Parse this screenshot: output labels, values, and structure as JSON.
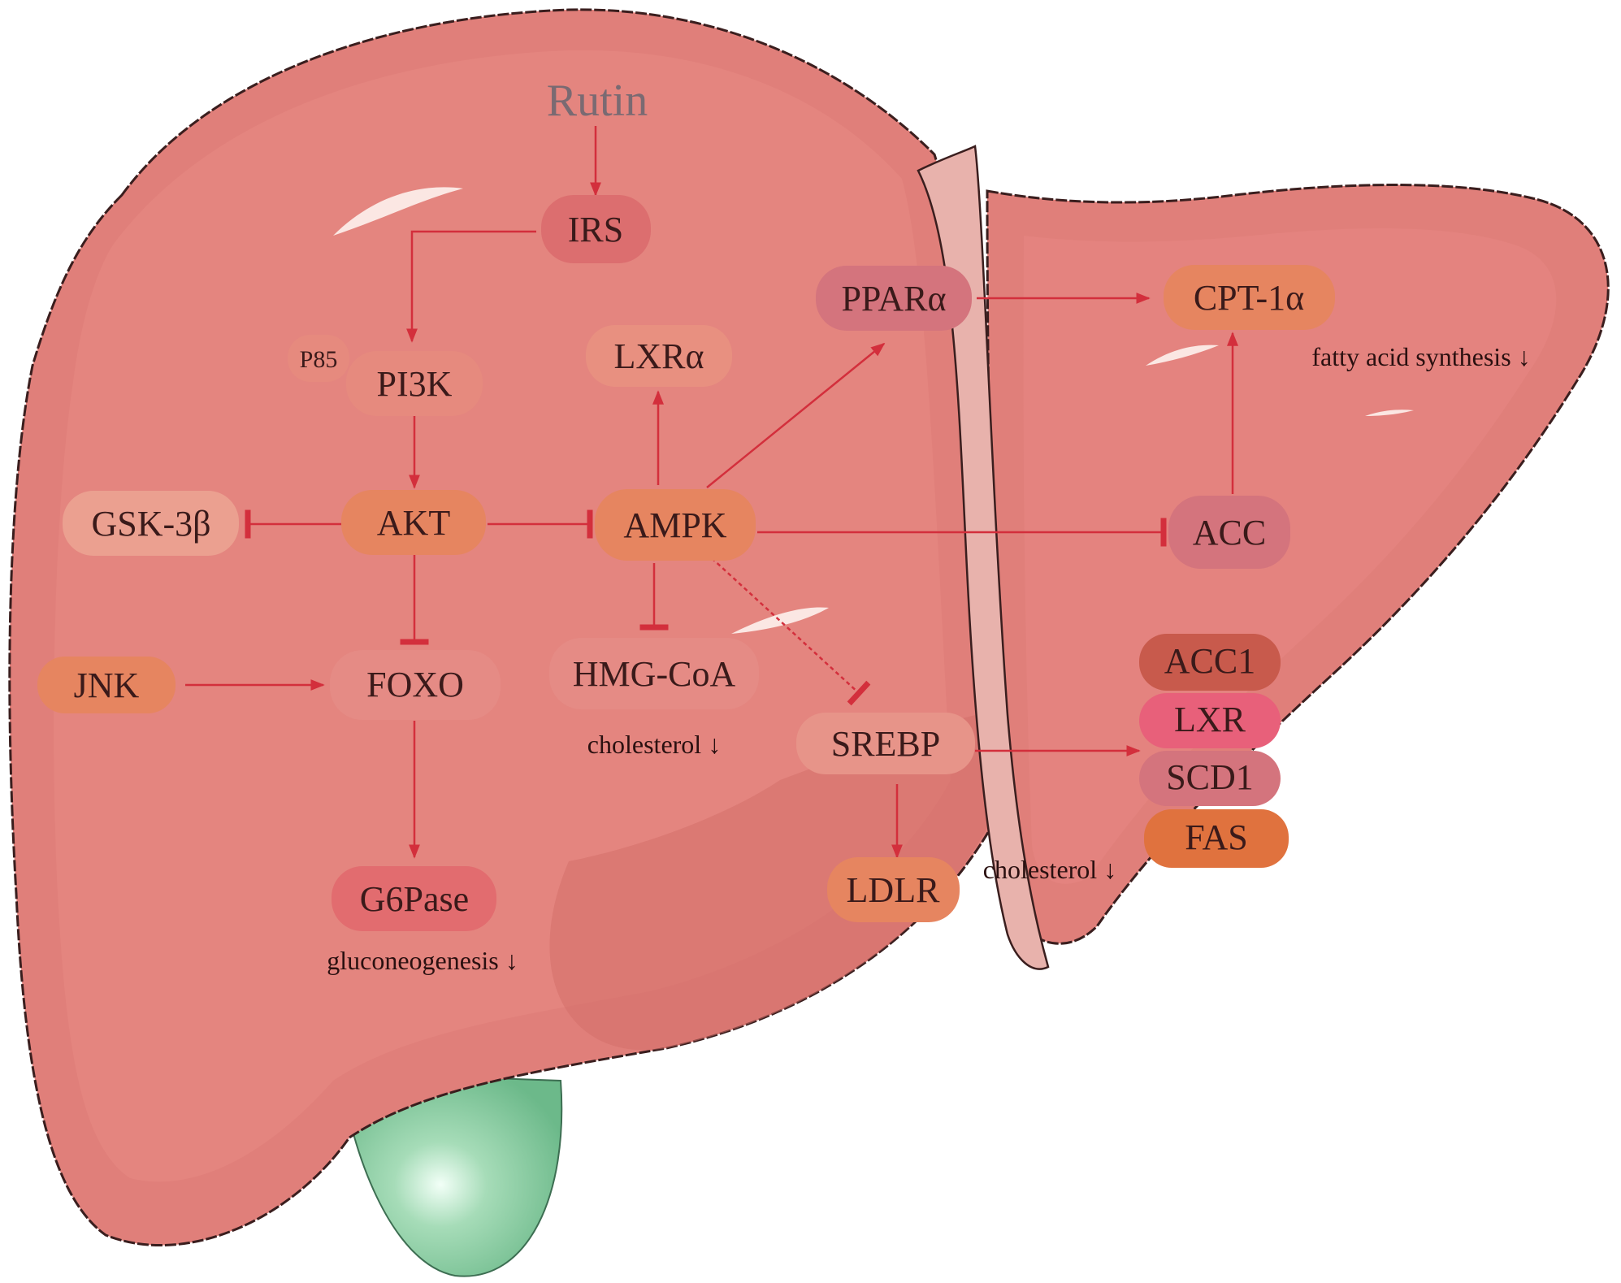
{
  "source": {
    "label": "Rutin"
  },
  "nodes": {
    "irs": "IRS",
    "p85": "P85",
    "pi3k": "PI3K",
    "akt": "AKT",
    "gsk3b": "GSK-3β",
    "jnk": "JNK",
    "foxo": "FOXO",
    "g6pase": "G6Pase",
    "ampk": "AMPK",
    "lxra": "LXRα",
    "ppara": "PPARα",
    "cpt1a": "CPT-1α",
    "acc": "ACC",
    "hmgcoa": "HMG-CoA",
    "srebp": "SREBP",
    "ldlr": "LDLR",
    "acc1": "ACC1",
    "lxr": "LXR",
    "scd1": "SCD1",
    "fas": "FAS"
  },
  "notes": {
    "gluconeogenesis": "gluconeogenesis ↓",
    "cholesterol_hmg": "cholesterol ↓",
    "cholesterol_ldlr": "cholesterol ↓",
    "fatty_acid": "fatty acid synthesis ↓"
  },
  "colors": {
    "liver": "#e07f7a",
    "liver_dark": "#c96a66",
    "liver_light": "#ea9b95",
    "ligament": "#e8b2ac",
    "gallbladder": "#7fc79b",
    "arrow": "#d32f3c",
    "node_default": "#e79489",
    "node_orange": "#e68560",
    "node_dark": "#c85a4c",
    "node_pink": "#e8607a",
    "node_mauve": "#d4747d"
  }
}
